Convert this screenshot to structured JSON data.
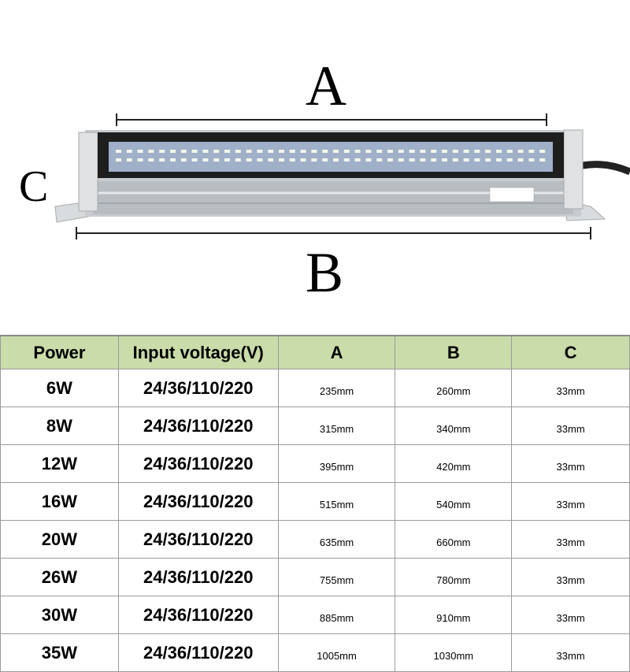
{
  "labels": {
    "a": "A",
    "b": "B",
    "c": "C"
  },
  "table": {
    "headers": [
      "Power",
      "Input voltage(V)",
      "A",
      "B",
      "C"
    ],
    "rows": [
      [
        "6W",
        "24/36/110/220",
        "235mm",
        "260mm",
        "33mm"
      ],
      [
        "8W",
        "24/36/110/220",
        "315mm",
        "340mm",
        "33mm"
      ],
      [
        "12W",
        "24/36/110/220",
        "395mm",
        "420mm",
        "33mm"
      ],
      [
        "16W",
        "24/36/110/220",
        "515mm",
        "540mm",
        "33mm"
      ],
      [
        "20W",
        "24/36/110/220",
        "635mm",
        "660mm",
        "33mm"
      ],
      [
        "26W",
        "24/36/110/220",
        "755mm",
        "780mm",
        "33mm"
      ],
      [
        "30W",
        "24/36/110/220",
        "885mm",
        "910mm",
        "33mm"
      ],
      [
        "35W",
        "24/36/110/220",
        "1005mm",
        "1030mm",
        "33mm"
      ]
    ]
  },
  "colors": {
    "header_bg": "#c9dca9"
  }
}
